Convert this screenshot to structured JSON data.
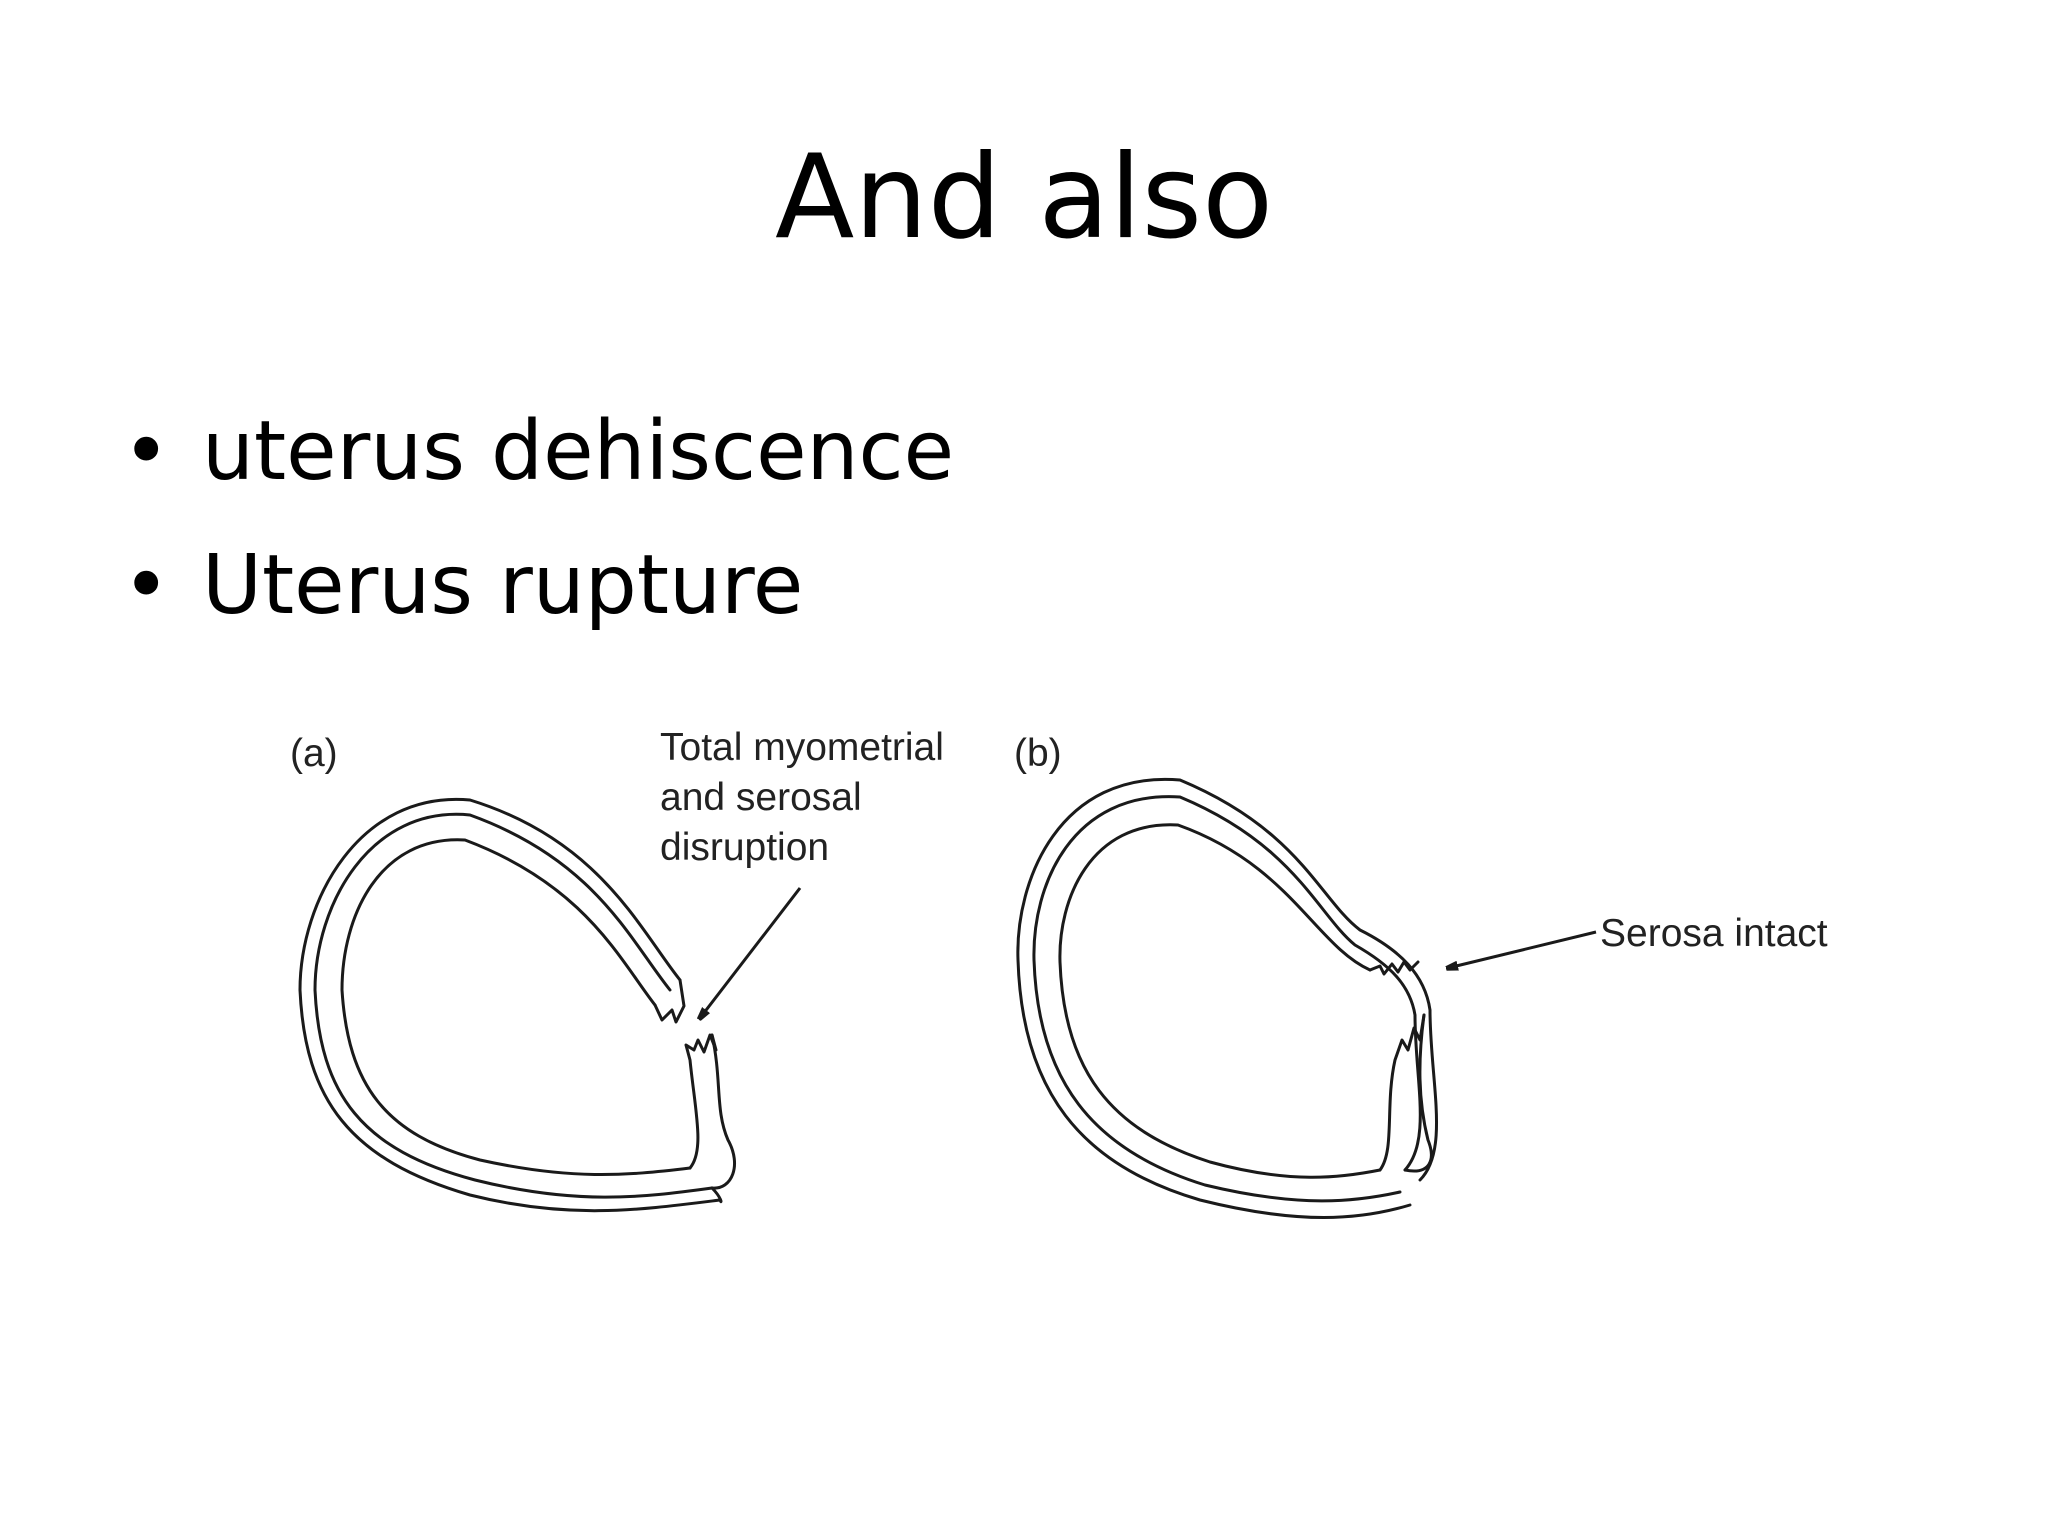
{
  "slide": {
    "title": "And also",
    "bullets": [
      "uterus dehiscence",
      "Uterus rupture"
    ],
    "bullet_symbol": "•"
  },
  "figure": {
    "panel_a": {
      "label": "(a)",
      "annotation_lines": [
        "Total myometrial",
        "and serosal",
        "disruption"
      ]
    },
    "panel_b": {
      "label": "(b)",
      "annotation": "Serosa intact"
    },
    "line_color": "#1a1a1a"
  }
}
